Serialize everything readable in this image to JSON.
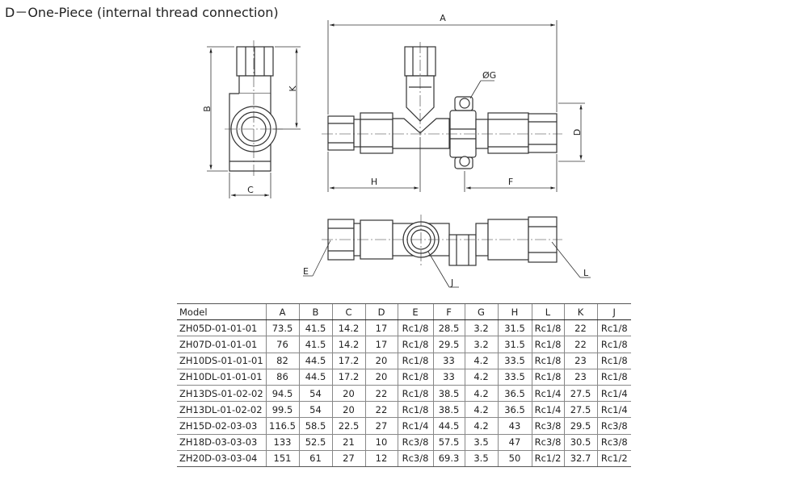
{
  "title": "D－One-Piece (internal thread connection)",
  "dimension_labels": {
    "A": "A",
    "B": "B",
    "C": "C",
    "D": "D",
    "E": "E",
    "F": "F",
    "G": "ØG",
    "H": "H",
    "J": "J",
    "K": "K",
    "L": "L"
  },
  "table": {
    "headers": [
      "Model",
      "A",
      "B",
      "C",
      "D",
      "E",
      "F",
      "G",
      "H",
      "L",
      "K",
      "J"
    ],
    "rows": [
      [
        "ZH05D-01-01-01",
        "73.5",
        "41.5",
        "14.2",
        "17",
        "Rc1/8",
        "28.5",
        "3.2",
        "31.5",
        "Rc1/8",
        "22",
        "Rc1/8"
      ],
      [
        "ZH07D-01-01-01",
        "76",
        "41.5",
        "14.2",
        "17",
        "Rc1/8",
        "29.5",
        "3.2",
        "31.5",
        "Rc1/8",
        "22",
        "Rc1/8"
      ],
      [
        "ZH10DS-01-01-01",
        "82",
        "44.5",
        "17.2",
        "20",
        "Rc1/8",
        "33",
        "4.2",
        "33.5",
        "Rc1/8",
        "23",
        "Rc1/8"
      ],
      [
        "ZH10DL-01-01-01",
        "86",
        "44.5",
        "17.2",
        "20",
        "Rc1/8",
        "33",
        "4.2",
        "33.5",
        "Rc1/8",
        "23",
        "Rc1/8"
      ],
      [
        "ZH13DS-01-02-02",
        "94.5",
        "54",
        "20",
        "22",
        "Rc1/8",
        "38.5",
        "4.2",
        "36.5",
        "Rc1/4",
        "27.5",
        "Rc1/4"
      ],
      [
        "ZH13DL-01-02-02",
        "99.5",
        "54",
        "20",
        "22",
        "Rc1/8",
        "38.5",
        "4.2",
        "36.5",
        "Rc1/4",
        "27.5",
        "Rc1/4"
      ],
      [
        "ZH15D-02-03-03",
        "116.5",
        "58.5",
        "22.5",
        "27",
        "Rc1/4",
        "44.5",
        "4.2",
        "43",
        "Rc3/8",
        "29.5",
        "Rc3/8"
      ],
      [
        "ZH18D-03-03-03",
        "133",
        "52.5",
        "21",
        "10",
        "Rc3/8",
        "57.5",
        "3.5",
        "47",
        "Rc3/8",
        "30.5",
        "Rc3/8"
      ],
      [
        "ZH20D-03-03-04",
        "151",
        "61",
        "27",
        "12",
        "Rc3/8",
        "69.3",
        "3.5",
        "50",
        "Rc1/2",
        "32.7",
        "Rc1/2"
      ]
    ]
  }
}
